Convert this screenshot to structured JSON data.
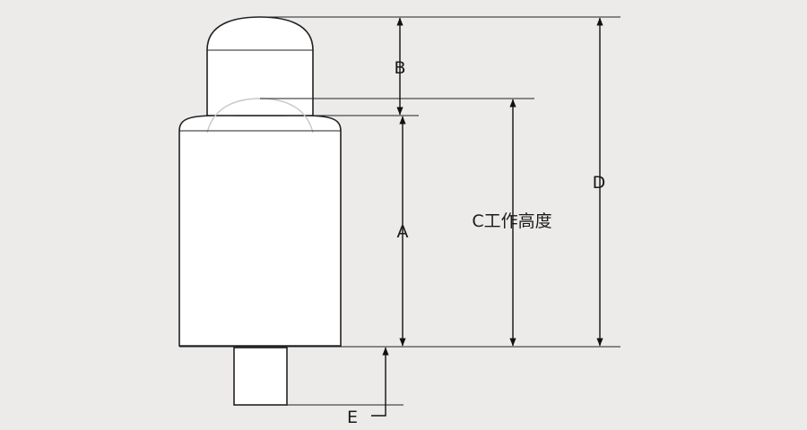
{
  "diagram": {
    "labels": {
      "a": "A",
      "b": "B",
      "c": "C工作高度",
      "d": "D",
      "e": "E"
    },
    "colors": {
      "background": "#ecebea",
      "body_fill": "#ffffff",
      "outline": "#222222",
      "hidden_line": "#c8c8c8"
    }
  }
}
